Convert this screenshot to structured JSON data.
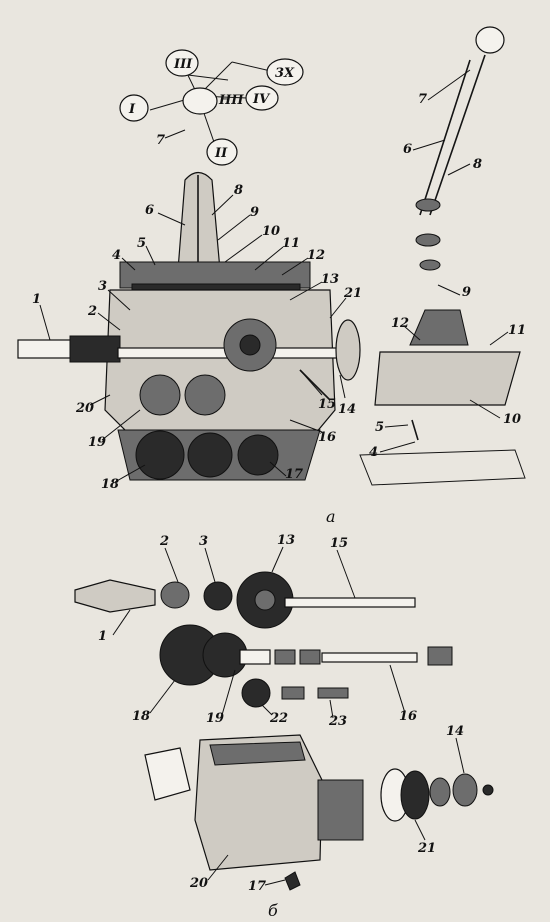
{
  "figure": {
    "caption_a": "а",
    "caption_b": "б",
    "shift_pattern": {
      "center": "НП",
      "positions": [
        "I",
        "II",
        "III",
        "IV",
        "3X"
      ]
    },
    "labels": {
      "n1": "1",
      "n2": "2",
      "n3": "3",
      "n4": "4",
      "n5": "5",
      "n6": "6",
      "n7": "7",
      "n8": "8",
      "n9": "9",
      "n10": "10",
      "n11": "11",
      "n12": "12",
      "n13": "13",
      "n14": "14",
      "n15": "15",
      "n16": "16",
      "n17": "17",
      "n18": "18",
      "n19": "19",
      "n20": "20",
      "n21": "21",
      "n22": "22",
      "n23": "23"
    }
  }
}
